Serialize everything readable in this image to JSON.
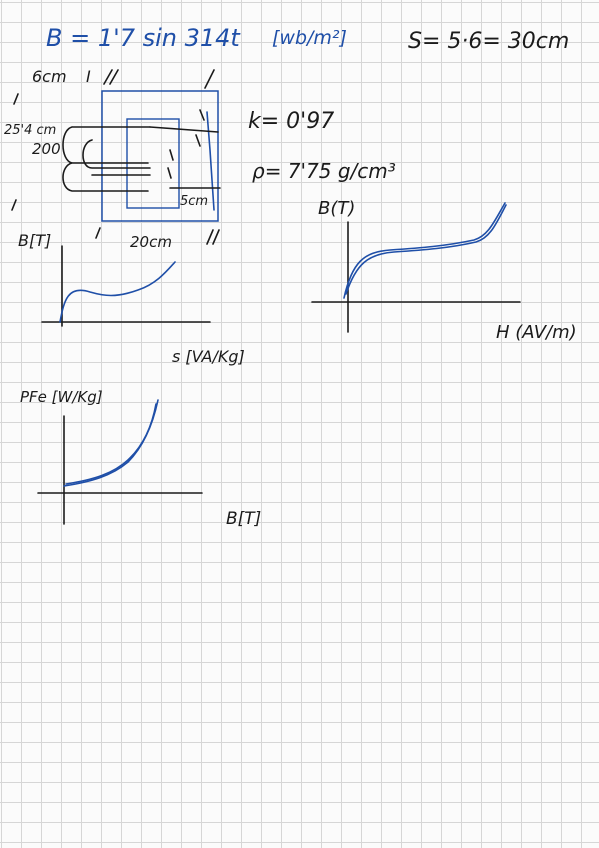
{
  "header": {
    "equation": "B = 1'7 sin 314t",
    "units": "[wb/m²]",
    "section": "S= 5·6= 30cm"
  },
  "core_diagram": {
    "top_label": "6cm",
    "top_mark": "I",
    "length_label": "25'4 cm",
    "turns": "200",
    "bottom_label": "20cm",
    "side_label": "5cm"
  },
  "parameters": {
    "k": "k= 0'97",
    "rho": "ρ= 7'75 g/cm³"
  },
  "graph_bh_small": {
    "ylabel": "B[T]",
    "xlabel": "s [VA/Kg]"
  },
  "graph_bh_large": {
    "ylabel": "B(T)",
    "xlabel": "H (AV/m)"
  },
  "graph_pfe": {
    "ylabel": "PFe [W/Kg]",
    "xlabel": "B[T]"
  },
  "colors": {
    "ink_blue": "#1f4fa8",
    "ink_dark": "#1b1b1b",
    "grid": "#d6d6d6",
    "paper": "#fbfbfb"
  }
}
